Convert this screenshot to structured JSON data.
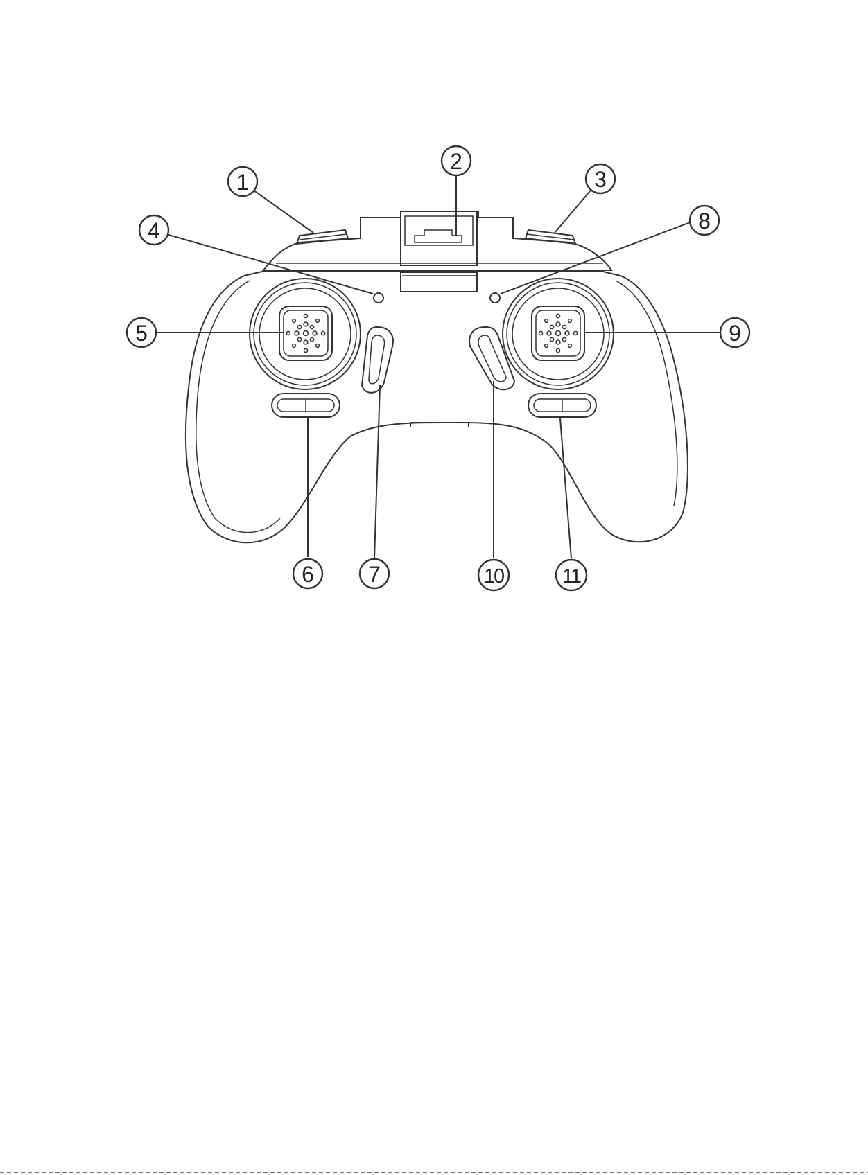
{
  "colors": {
    "line": "#333333",
    "background": "#ffffff"
  },
  "callouts": [
    {
      "id": "c1",
      "label": "1"
    },
    {
      "id": "c2",
      "label": "2"
    },
    {
      "id": "c3",
      "label": "3"
    },
    {
      "id": "c4",
      "label": "4"
    },
    {
      "id": "c5",
      "label": "5"
    },
    {
      "id": "c6",
      "label": "6"
    },
    {
      "id": "c7",
      "label": "7"
    },
    {
      "id": "c8",
      "label": "8"
    },
    {
      "id": "c9",
      "label": "9"
    },
    {
      "id": "c10",
      "label": "10"
    },
    {
      "id": "c11",
      "label": "11"
    }
  ]
}
